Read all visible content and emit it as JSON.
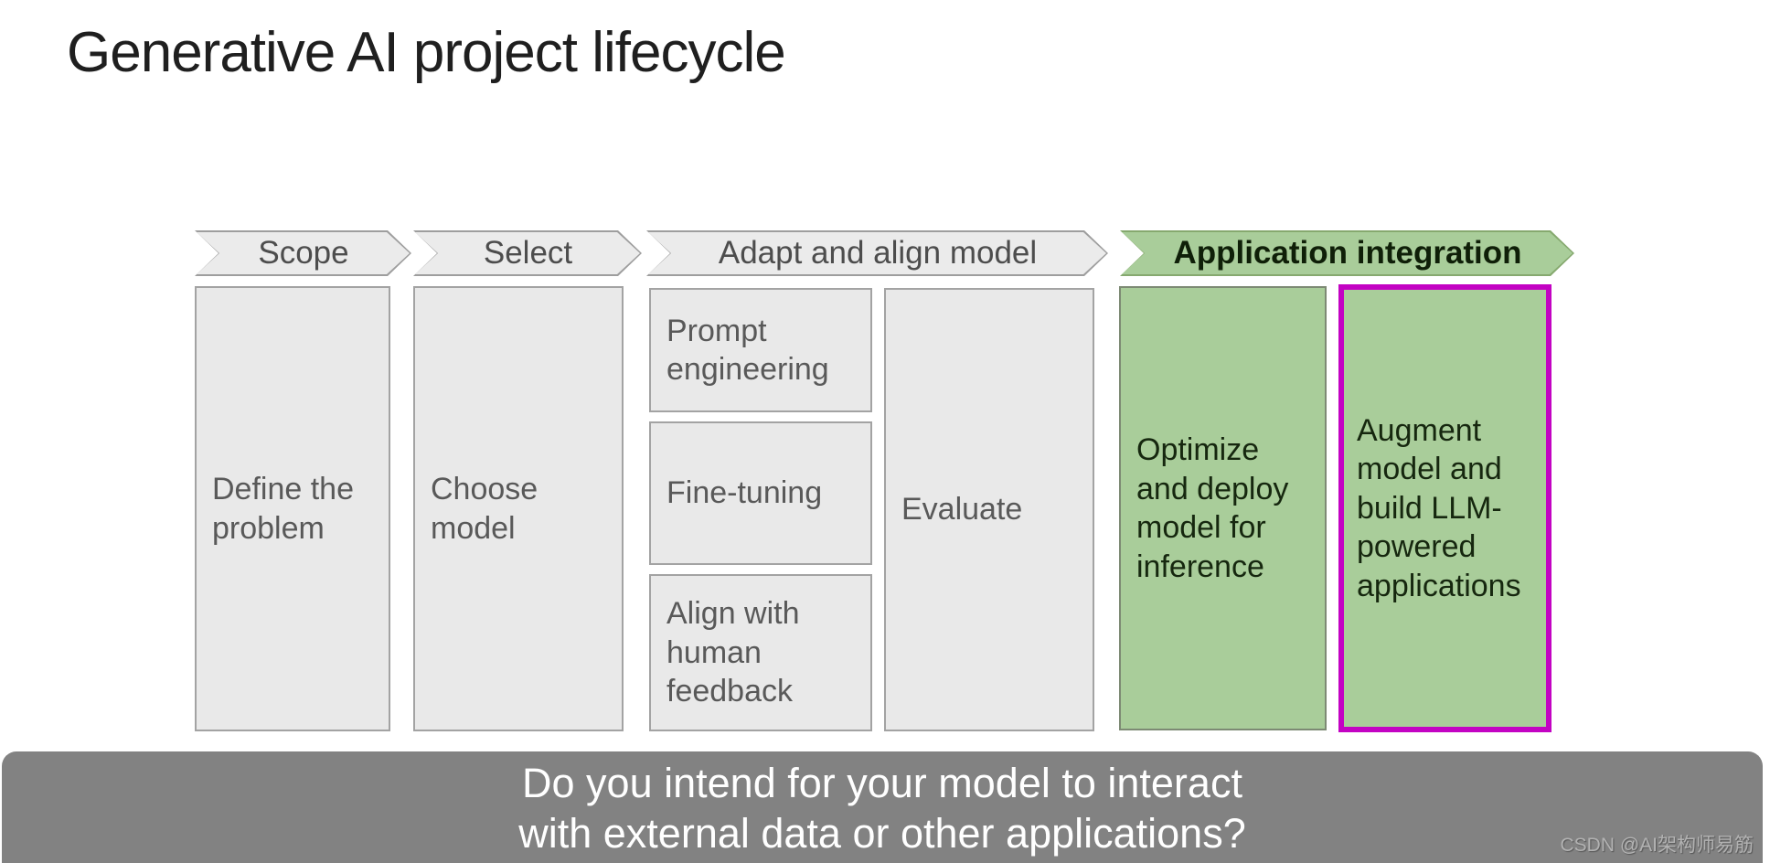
{
  "title": "Generative AI project lifecycle",
  "stages": [
    {
      "label": "Scope",
      "variant": "gray"
    },
    {
      "label": "Select",
      "variant": "gray"
    },
    {
      "label": "Adapt and align model",
      "variant": "gray"
    },
    {
      "label": "Application integration",
      "variant": "green"
    }
  ],
  "boxes": {
    "define": {
      "label": "Define the problem"
    },
    "choose": {
      "label": "Choose model"
    },
    "prompt": {
      "label": "Prompt engineering"
    },
    "finetune": {
      "label": "Fine-tuning"
    },
    "align": {
      "label": "Align with human feedback"
    },
    "evaluate": {
      "label": "Evaluate"
    },
    "optimize": {
      "label": "Optimize and deploy model for inference"
    },
    "augment": {
      "label": "Augment model and build LLM-powered applications"
    }
  },
  "caption": {
    "line1": "Do you intend for your model to interact",
    "line2": "with external data or other applications?"
  },
  "watermark": "CSDN @AI架构师易筋",
  "colors": {
    "stage_gray_fill": "#ebebeb",
    "stage_gray_border": "#9e9e9e",
    "stage_green_fill": "#a9cd9a",
    "stage_green_border": "#86a96f",
    "box_gray_fill": "#e9e9e9",
    "box_gray_border": "#a3a3a3",
    "box_text_gray": "#595959",
    "box_green_border": "#7d8a74",
    "box_text_green": "#16270f",
    "highlight_border": "#c303c3",
    "caption_bar": "#828282",
    "caption_text": "#ffffff",
    "watermark_text": "#b2b2b2",
    "title_text": "#1f1f1f"
  }
}
